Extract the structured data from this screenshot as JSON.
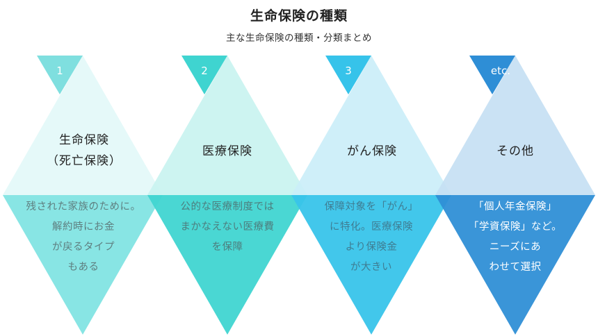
{
  "header": {
    "title": "生命保険の種類",
    "subtitle": "主な生命保険の種類・分類まとめ"
  },
  "items": [
    {
      "number": "1",
      "name_lines": [
        "生命保険",
        "（死亡保険）"
      ],
      "desc_lines": [
        "残された家族のために。",
        "解約時にお金",
        "が戻るタイプ",
        "もある"
      ],
      "colors": {
        "marker": "#7fdfdf",
        "upper": "#e3f8f8",
        "lower": "#82e4e3",
        "desc_text": "#5f7f80"
      }
    },
    {
      "number": "2",
      "name_lines": [
        "医療保険"
      ],
      "desc_lines": [
        "公的な医療制度では",
        "まかなえない医療費",
        "を保障"
      ],
      "colors": {
        "marker": "#3fd4d0",
        "upper": "#c9f3f0",
        "lower": "#40d5d1",
        "desc_text": "#4d7e7e"
      }
    },
    {
      "number": "3",
      "name_lines": [
        "がん保険"
      ],
      "desc_lines": [
        "保障対象を「がん」",
        "に特化。医療保険",
        "より保険金",
        "が大きい"
      ],
      "colors": {
        "marker": "#36c3ea",
        "upper": "#cbeef8",
        "lower": "#38c4ea",
        "desc_text": "#3f7d93"
      }
    },
    {
      "number": "etc.",
      "name_lines": [
        "その他"
      ],
      "desc_lines": [
        "「個人年金保険」",
        "「学資保険」など。",
        "ニーズにあ",
        "わせて選択"
      ],
      "colors": {
        "marker": "#2e8ed6",
        "upper": "#c5dff3",
        "lower": "#2f8fd6",
        "desc_text": "#ffffff"
      }
    }
  ]
}
